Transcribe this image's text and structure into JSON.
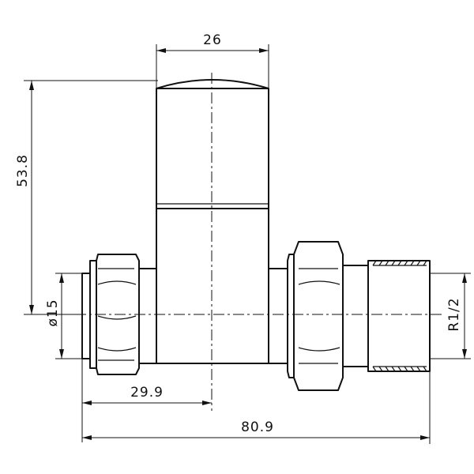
{
  "dimensions": {
    "top_width": "26",
    "height": "53.8",
    "pipe_diameter": "ø15",
    "inlet_to_axis": "29.9",
    "overall_length": "80.9",
    "thread": "R1/2"
  }
}
